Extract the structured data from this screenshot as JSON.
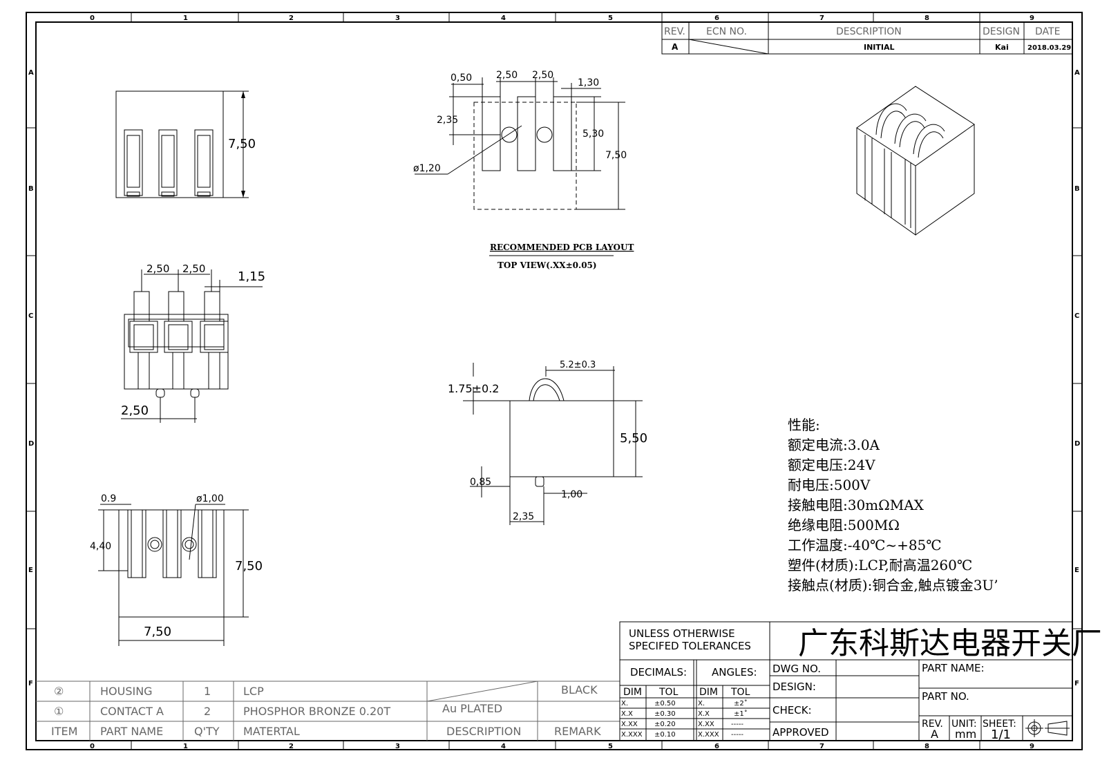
{
  "zone_cols": [
    "0",
    "1",
    "2",
    "3",
    "4",
    "5",
    "6",
    "7",
    "8",
    "9"
  ],
  "zone_rows": [
    "A",
    "B",
    "C",
    "D",
    "E",
    "F"
  ],
  "revision_table": {
    "headers": {
      "rev": "REV.",
      "ecn": "ECN NO.",
      "description": "DESCRIPTION",
      "design": "DESIGN",
      "date": "DATE"
    },
    "row": {
      "rev": "A",
      "description": "INITIAL",
      "design": "Kai",
      "date": "2018.03.29"
    }
  },
  "views": {
    "top_view": {
      "height": "7,50"
    },
    "pcb_layout": {
      "dims": {
        "d050": "0,50",
        "d250a": "2,50",
        "d250b": "2,50",
        "d130": "1,30",
        "d235": "2,35",
        "d530": "5,30",
        "d750": "7,50",
        "hole": "ø1,20"
      },
      "title": "RECOMMENDED PCB LAYOUT",
      "subtitle": "TOP VIEW(.XX±0.05)"
    },
    "front_view": {
      "dims": {
        "p1": "2,50",
        "p2": "2,50",
        "w": "1,15",
        "bottom": "2,50"
      }
    },
    "side_view": {
      "dims": {
        "top": "5.2±0.3",
        "tip": "1.75±0.2",
        "height": "5,50",
        "foot": "0,85",
        "pin": "1,00",
        "offset": "2,35"
      }
    },
    "bottom_view": {
      "dims": {
        "a": "0.9",
        "hole": "ø1,00",
        "b": "4,40",
        "h": "7,50",
        "w": "7,50"
      }
    }
  },
  "specs": [
    "性能:",
    "额定电流:3.0A",
    "额定电压:24V",
    "耐电压:500V",
    "接触电阻:30mΩMAX",
    "绝缘电阻:500MΩ",
    "工作温度:-40℃~+85℃",
    "塑件(材质):LCP,耐高温260℃",
    "接触点(材质):铜合金,触点镀金3U’"
  ],
  "bom": {
    "rows": [
      {
        "item": "②",
        "name": "HOUSING",
        "qty": "1",
        "material": "LCP",
        "description": "",
        "remark": "BLACK"
      },
      {
        "item": "①",
        "name": "CONTACT A",
        "qty": "2",
        "material": "PHOSPHOR BRONZE 0.20T",
        "description": "Au PLATED",
        "remark": ""
      }
    ],
    "header": {
      "item": "ITEM",
      "name": "PART NAME",
      "qty": "Q'TY",
      "material": "MATERTAL",
      "description": "DESCRIPTION",
      "remark": "REMARK"
    }
  },
  "title_block": {
    "tolerance_title_1": "UNLESS OTHERWISE",
    "tolerance_title_2": "SPECIFED TOLERANCES",
    "company": "广东科斯达电器开关厂",
    "decimals": "DECIMALS:",
    "angles": "ANGLES:",
    "dim": "DIM",
    "tol": "TOL",
    "decimal_rows": [
      [
        "X.",
        "±0.50"
      ],
      [
        "X.X",
        "±0.30"
      ],
      [
        "X.XX",
        "±0.20"
      ],
      [
        "X.XXX",
        "±0.10"
      ]
    ],
    "angle_rows": [
      [
        "X.",
        "±2˚"
      ],
      [
        "X.X",
        "±1˚"
      ],
      [
        "X.XX",
        "-----"
      ],
      [
        "X.XXX",
        "-----"
      ]
    ],
    "dwg_no": "DWG NO.",
    "design": "DESIGN:",
    "check": "CHECK:",
    "approved": "APPROVED",
    "part_name": "PART NAME:",
    "part_no": "PART NO.",
    "rev_label": "REV.",
    "rev_value": "A",
    "unit_label": "UNIT:",
    "unit_value": "mm",
    "sheet_label": "SHEET:",
    "sheet_value": "1/1"
  }
}
